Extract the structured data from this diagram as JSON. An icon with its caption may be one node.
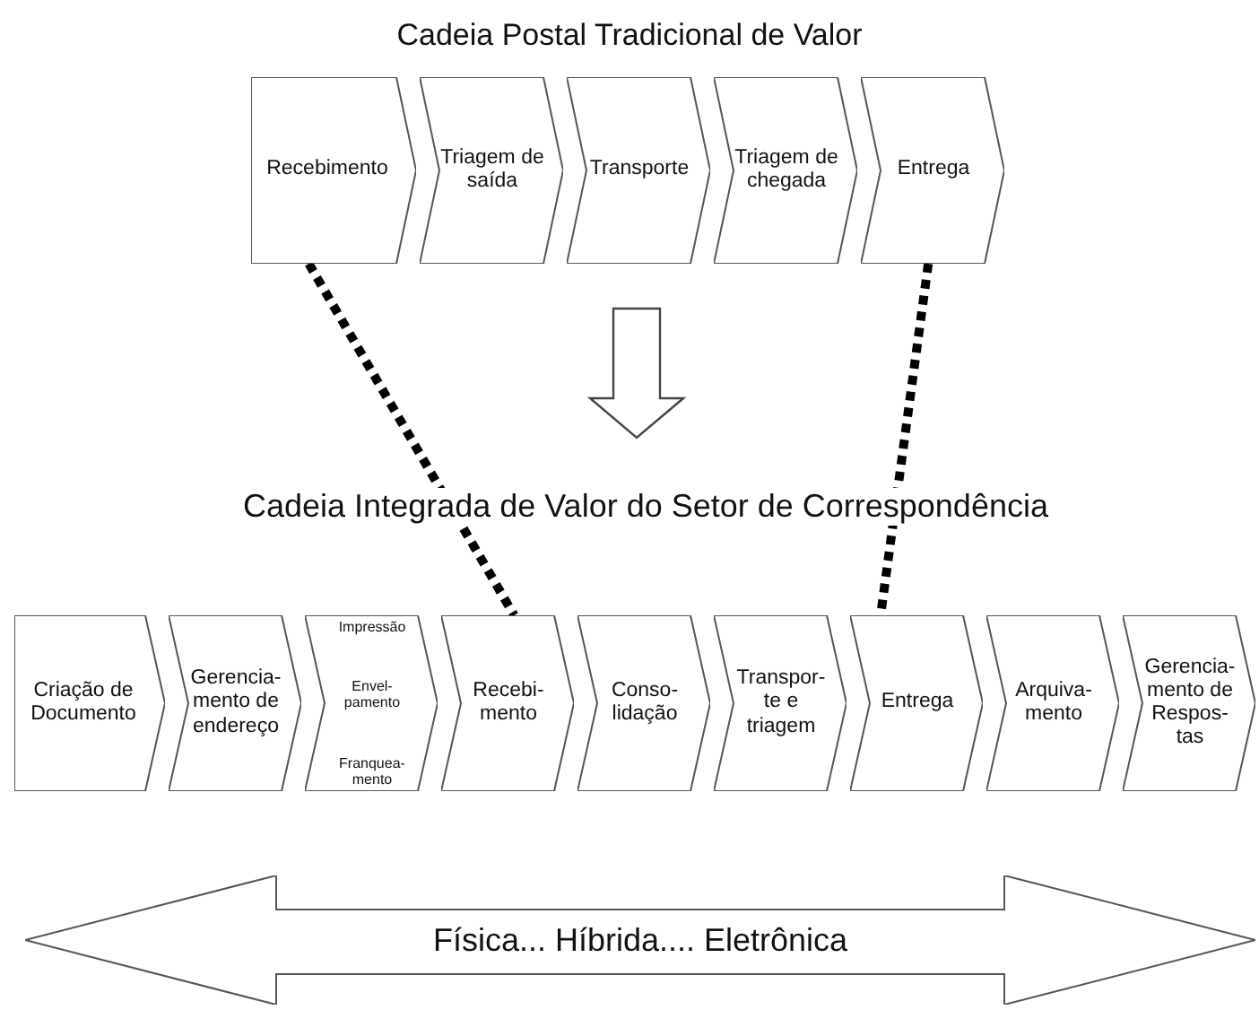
{
  "diagram": {
    "title": "Cadeia Postal Tradicional de Valor",
    "nodes": [
      {
        "text": [
          "Recebimento"
        ]
      },
      {
        "text": [
          "Triagem de saída"
        ]
      },
      {
        "text": [
          "Transporte"
        ]
      },
      {
        "text": [
          "Triagem de chegada"
        ]
      },
      {
        "text": [
          "Entrega"
        ]
      },
      {
        "text": [
          "Criação de Documento"
        ]
      },
      {
        "text": [
          "Gerencia- mento de endereço"
        ]
      },
      {
        "text": [
          "Impressão",
          "Envel- pamento",
          "Franquea- mento"
        ]
      },
      {
        "text": [
          "Recebi- mento"
        ]
      },
      {
        "text": [
          "Conso- lidação"
        ]
      },
      {
        "text": [
          "Transpor- te e triagem"
        ]
      },
      {
        "text": [
          "Entrega"
        ]
      },
      {
        "text": [
          "Arquiva- mento"
        ]
      },
      {
        "text": [
          "Gerencia- mento de Respos- tas"
        ]
      },
      {
        "text": [
          "Física... Híbrida.... Eletrônica"
        ]
      }
    ],
    "edges": [
      {
        "from": 0,
        "to": 8,
        "arrow": "none",
        "style": "dashed"
      },
      {
        "from": 4,
        "to": 11,
        "arrow": "none",
        "style": "dashed"
      }
    ],
    "labels": [
      "Cadeia Integrada de Valor do Setor de Correspondência"
    ]
  }
}
